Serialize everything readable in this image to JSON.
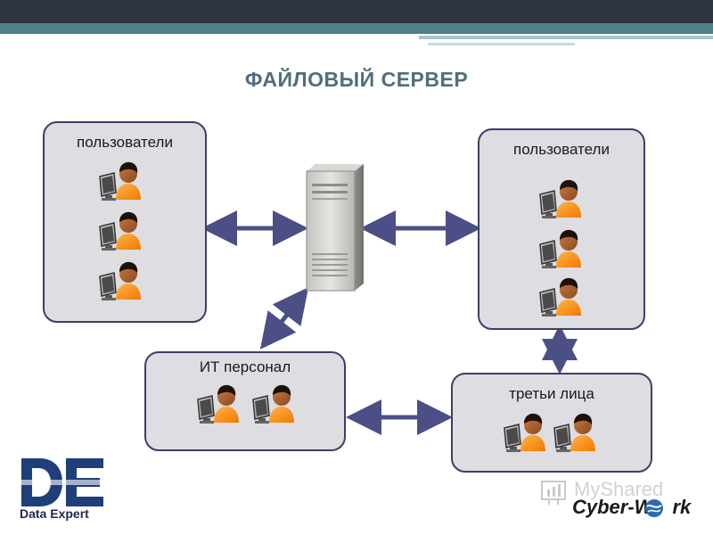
{
  "title": "ФАЙЛОВЫЙ СЕРВЕР",
  "nodes": {
    "users_left": {
      "label": "пользователи",
      "user_count": 3
    },
    "users_right": {
      "label": "пользователи",
      "user_count": 3
    },
    "it_staff": {
      "label": "ИТ персонал",
      "user_count": 2
    },
    "third_parties": {
      "label": "третьи лица",
      "user_count": 2
    },
    "server": {
      "icon": "server-tower-icon"
    }
  },
  "edges": [
    {
      "from": "users_left",
      "to": "server",
      "direction": "both"
    },
    {
      "from": "server",
      "to": "users_right",
      "direction": "both"
    },
    {
      "from": "server",
      "to": "it_staff",
      "direction": "both"
    },
    {
      "from": "users_right",
      "to": "third_parties",
      "direction": "both"
    },
    {
      "from": "it_staff",
      "to": "third_parties",
      "direction": "both"
    }
  ],
  "logos": {
    "data_expert_mark": "DE",
    "data_expert_name": "Data Expert",
    "watermark": "MyShared",
    "cyberwork_prefix": "Cyber-W",
    "cyberwork_suffix": "rk"
  },
  "colors": {
    "panel_fill": "#dddde2",
    "panel_border": "#3b3f66",
    "arrow": "#4b4f86",
    "title": "#4f6f7a",
    "header_dark": "#2e3440",
    "header_teal": "#4e7f8a"
  }
}
